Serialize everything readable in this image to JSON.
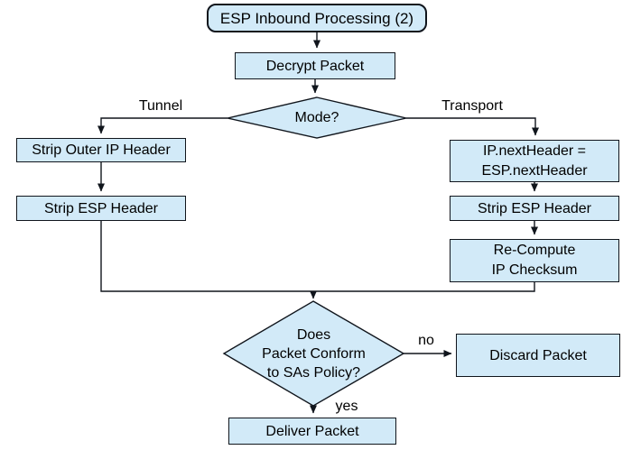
{
  "diagram": {
    "type": "flowchart",
    "title": "ESP Inbound Processing (2)",
    "colors": {
      "node_fill": "#d2eaf8",
      "node_border": "#10151c",
      "line": "#10151c",
      "text": "#000000",
      "background": "#ffffff"
    }
  },
  "nodes": {
    "start": {
      "shape": "rounded",
      "label": "ESP Inbound Processing (2)"
    },
    "decrypt": {
      "shape": "rect",
      "label": "Decrypt Packet"
    },
    "mode_decision": {
      "shape": "diamond",
      "label": "Mode?"
    },
    "strip_outer_ip": {
      "shape": "rect",
      "label": "Strip Outer IP Header"
    },
    "strip_esp_tunnel": {
      "shape": "rect",
      "label": "Strip ESP Header"
    },
    "ip_next_header": {
      "shape": "rect",
      "lines": [
        "IP.nextHeader =",
        "ESP.nextHeader"
      ]
    },
    "strip_esp_transport": {
      "shape": "rect",
      "label": "Strip ESP Header"
    },
    "recompute_checksum": {
      "shape": "rect",
      "lines": [
        "Re-Compute",
        "IP Checksum"
      ]
    },
    "policy_decision": {
      "shape": "diamond",
      "lines": [
        "Does",
        "Packet Conform",
        "to SAs Policy?"
      ]
    },
    "discard_packet": {
      "shape": "rect",
      "label": "Discard Packet"
    },
    "deliver_packet": {
      "shape": "rect",
      "label": "Deliver Packet"
    }
  },
  "edge_labels": {
    "tunnel": "Tunnel",
    "transport": "Transport",
    "no": "no",
    "yes": "yes"
  }
}
